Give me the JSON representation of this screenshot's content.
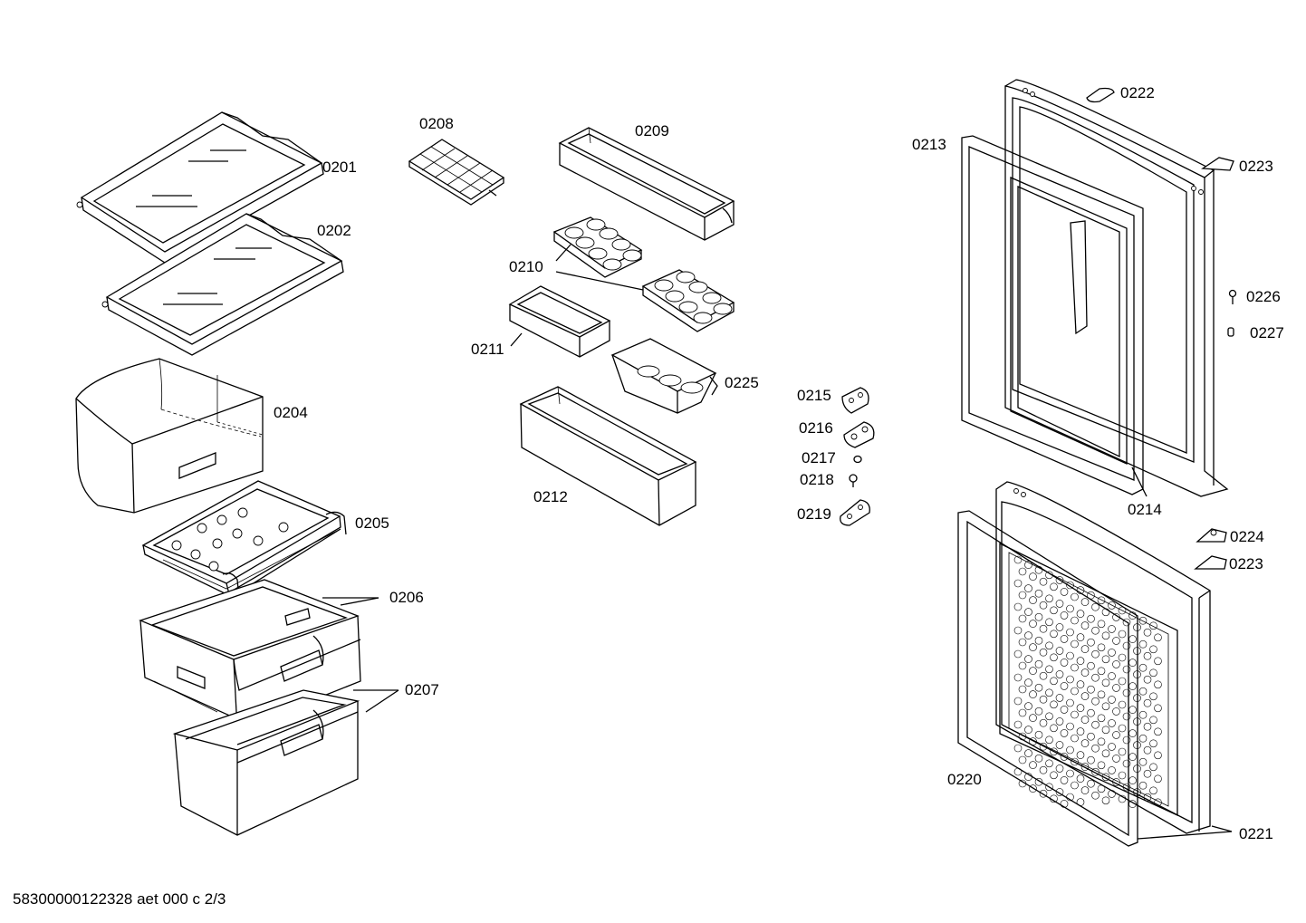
{
  "parts": [
    {
      "id": "0201"
    },
    {
      "id": "0202"
    },
    {
      "id": "0204"
    },
    {
      "id": "0205"
    },
    {
      "id": "0206"
    },
    {
      "id": "0207"
    },
    {
      "id": "0208"
    },
    {
      "id": "0209"
    },
    {
      "id": "0210"
    },
    {
      "id": "0211"
    },
    {
      "id": "0212"
    },
    {
      "id": "0225"
    },
    {
      "id": "0215"
    },
    {
      "id": "0216"
    },
    {
      "id": "0217"
    },
    {
      "id": "0218"
    },
    {
      "id": "0219"
    },
    {
      "id": "0213"
    },
    {
      "id": "0222"
    },
    {
      "id": "0223"
    },
    {
      "id": "0226"
    },
    {
      "id": "0227"
    },
    {
      "id": "0214"
    },
    {
      "id": "0224"
    },
    {
      "id": "0223"
    },
    {
      "id": "0220"
    },
    {
      "id": "0221"
    }
  ],
  "footer": "58300000122328 aet 000 c 2/3"
}
